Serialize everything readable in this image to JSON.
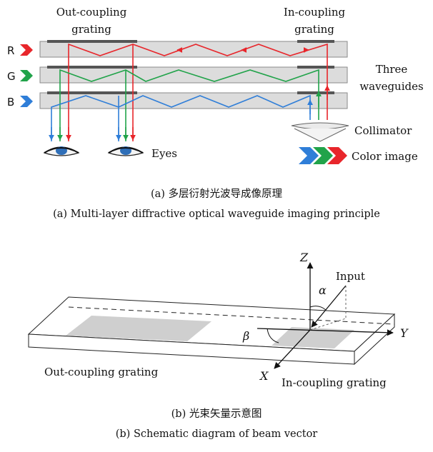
{
  "panel_a": {
    "labels": {
      "out_coupling_l1": "Out-coupling",
      "out_coupling_l2": "grating",
      "in_coupling_l1": "In-coupling",
      "in_coupling_l2": "grating",
      "three_l1": "Three",
      "three_l2": "waveguides",
      "collimator": "Collimator",
      "color_image": "Color image",
      "eyes": "Eyes",
      "r": "R",
      "g": "G",
      "b": "B"
    },
    "caption_cn": "(a) 多层衍射光波导成像原理",
    "caption_en": "(a) Multi-layer diffractive optical waveguide imaging principle",
    "colors": {
      "red": "#e8262b",
      "green": "#21a34a",
      "blue": "#2f7ed8",
      "waveguide": "#dcdcdc",
      "grating": "#555555"
    }
  },
  "panel_b": {
    "labels": {
      "z": "Z",
      "y": "Y",
      "x": "X",
      "alpha": "α",
      "beta": "β",
      "input": "Input",
      "out_coupling": "Out-coupling grating",
      "in_coupling": "In-coupling grating"
    },
    "caption_cn": "(b) 光束矢量示意图",
    "caption_en": "(b)  Schematic diagram of beam vector",
    "colors": {
      "grating_fill": "#cfcfcf"
    }
  }
}
